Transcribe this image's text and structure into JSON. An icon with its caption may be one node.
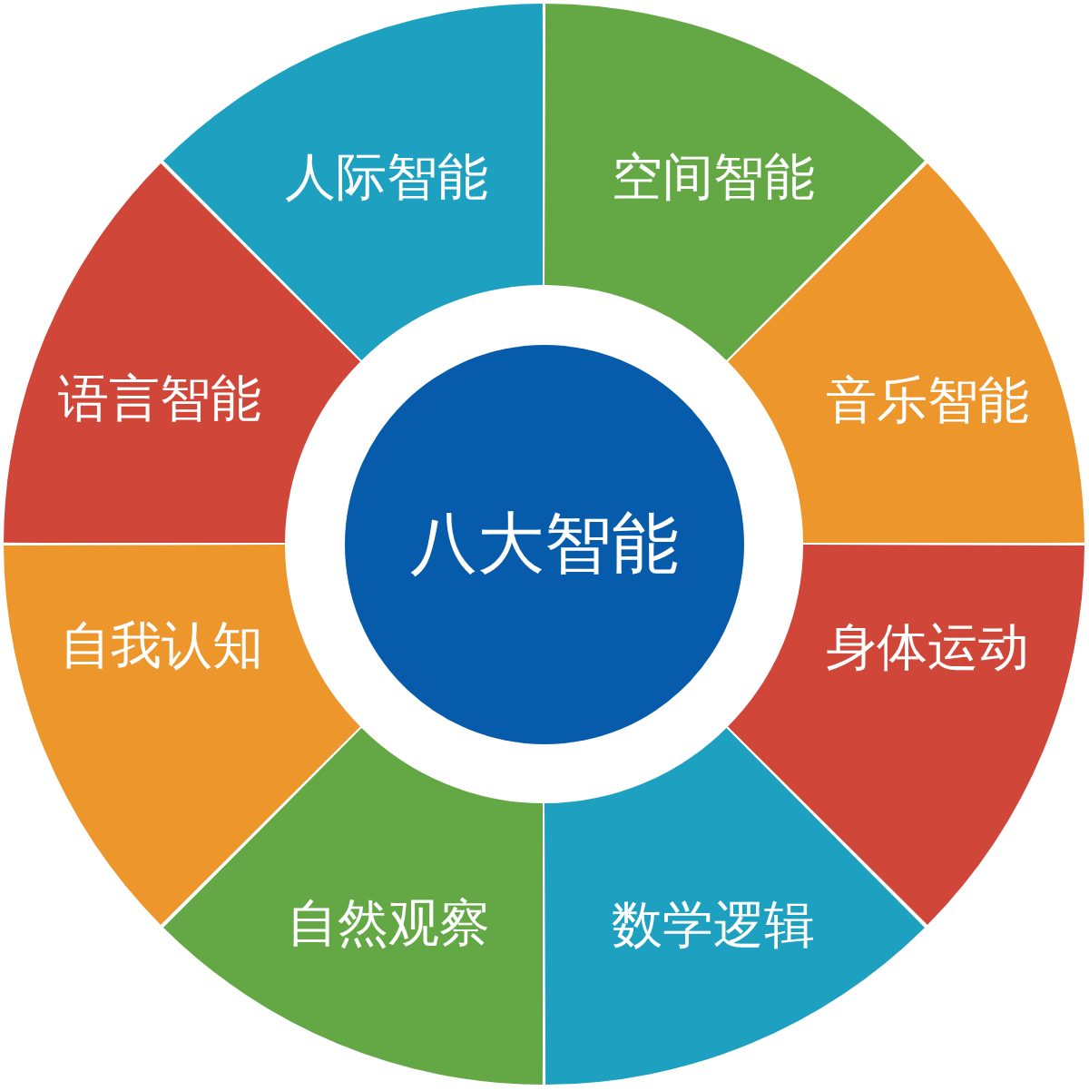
{
  "diagram": {
    "nodes": [
      {
        "text": [
          "八大智能"
        ]
      },
      {
        "text": [
          "空间智能"
        ]
      },
      {
        "text": [
          "音乐智能"
        ]
      },
      {
        "text": [
          "身体运动"
        ]
      },
      {
        "text": [
          "数学逻辑"
        ]
      },
      {
        "text": [
          "自然观察"
        ]
      },
      {
        "text": [
          "自我认知"
        ]
      },
      {
        "text": [
          "语言智能"
        ]
      },
      {
        "text": [
          "人际智能"
        ]
      }
    ]
  }
}
